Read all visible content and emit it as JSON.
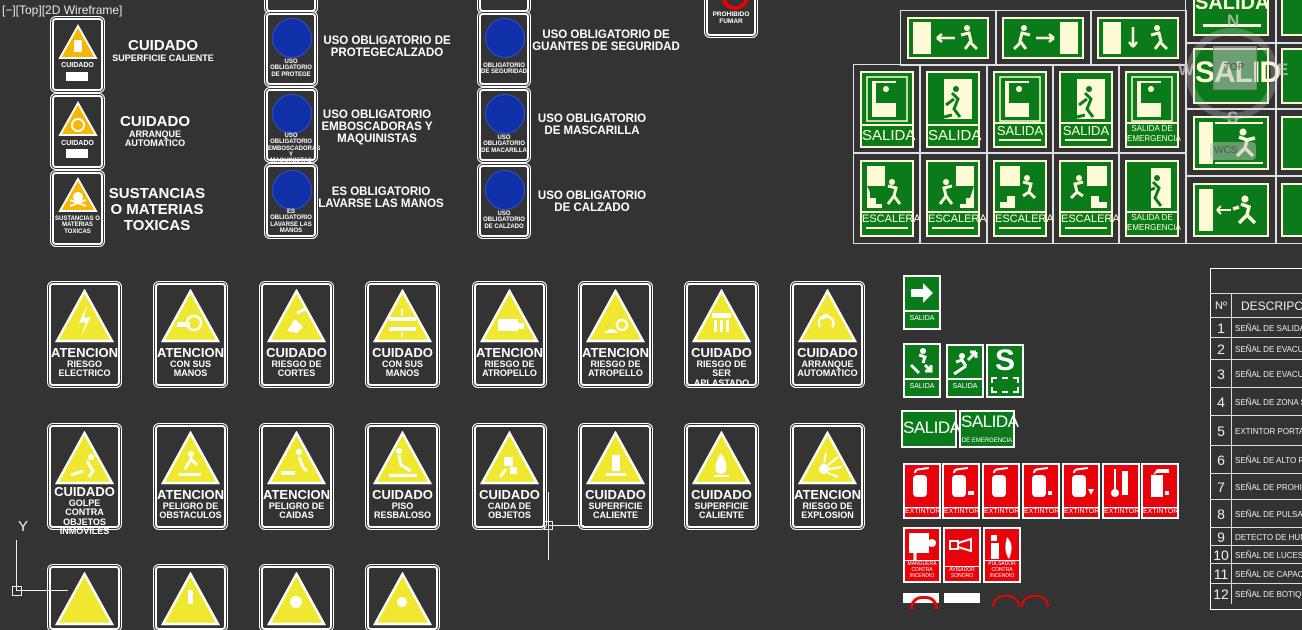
{
  "viewport": {
    "label": "[−][Top][2D Wireframe]"
  },
  "colors": {
    "background": "#333333",
    "warning_yellow": "#f0e830",
    "mandatory_blue": "#1030a8",
    "exit_green": "#0a7a1a",
    "exit_cream": "#fffbd6",
    "fire_red": "#e8000a"
  },
  "caution_list": [
    {
      "icon": "hot-surface-icon",
      "card_label": "CUIDADO",
      "title": "CUIDADO",
      "subtitle": "SUPERFICIE CALIENTE"
    },
    {
      "icon": "auto-start-icon",
      "card_label": "CUIDADO",
      "title": "CUIDADO",
      "subtitle": "ARRANQUE AUTOMATICO"
    },
    {
      "icon": "skull-icon",
      "card_label": "SUSTANCIAS O MATERIAS TOXICAS",
      "title": "SUSTANCIAS O MATERIAS TOXICAS",
      "subtitle": ""
    }
  ],
  "mandatory_left": [
    {
      "icon": "shoe-cover-icon",
      "card_label": "USO OBLIGATORIO DE PROTEGE",
      "title": "USO OBLIGATORIO DE PROTEGECALZADO"
    },
    {
      "icon": "face-shield-icon",
      "card_label": "USO OBLIGATORIO EMBOSCADORAS Y MAQUINISTAS",
      "title": "USO OBLIGATORIO EMBOSCADORAS Y MAQUINISTAS"
    },
    {
      "icon": "hand-wash-icon",
      "card_label": "ES OBLIGATORIO LAVARSE LAS MANOS",
      "title": "ES OBLIGATORIO LAVARSE LAS MANOS"
    }
  ],
  "mandatory_right": [
    {
      "icon": "glove-icon",
      "card_label": "OBLIGATORIO DE SEGURIDAD",
      "title": "USO OBLIGATORIO DE GUANTES DE SEGURIDAD"
    },
    {
      "icon": "mask-icon",
      "card_label": "USO OBLIGATORIO DE MACARILLA",
      "title": "USO OBLIGATORIO DE MASCARILLA"
    },
    {
      "icon": "boot-icon",
      "card_label": "USO OBLIGATORIO DE CALZADO",
      "title": "USO OBLIGATORIO DE CALZADO"
    }
  ],
  "prohibido": {
    "label": "PROHIBIDO FUMAR"
  },
  "warning_row1": [
    {
      "head": "ATENCION",
      "sub": "RIESGO ELECTRICO",
      "icon": "lightning-icon"
    },
    {
      "head": "ATENCION",
      "sub": "CON SUS MANOS",
      "icon": "hand-gear-icon"
    },
    {
      "head": "CUIDADO",
      "sub": "RIESGO DE CORTES",
      "icon": "hand-cut-icon"
    },
    {
      "head": "CUIDADO",
      "sub": "CON SUS MANOS",
      "icon": "hand-press-icon"
    },
    {
      "head": "ATENCION",
      "sub": "RIESGO DE ATROPELLO",
      "icon": "forklift-icon"
    },
    {
      "head": "ATENCION",
      "sub": "RIESGO DE ATROPELLO",
      "icon": "vehicle-icon"
    },
    {
      "head": "CUIDADO",
      "sub": "RIESGO DE SER APLASTADO",
      "icon": "crush-icon"
    },
    {
      "head": "CUIDADO",
      "sub": "ARRANQUE AUTOMATICO",
      "icon": "rotation-icon"
    }
  ],
  "warning_row2": [
    {
      "head": "CUIDADO",
      "sub": "GOLPE CONTRA OBJETOS INMOVILES",
      "icon": "collision-icon"
    },
    {
      "head": "ATENCION",
      "sub": "PELIGRO DE OBSTACULOS",
      "icon": "trip-icon"
    },
    {
      "head": "ATENCION",
      "sub": "PELIGRO DE CAIDAS",
      "icon": "fall-icon"
    },
    {
      "head": "CUIDADO",
      "sub": "PISO RESBALOSO",
      "icon": "slip-icon"
    },
    {
      "head": "CUIDADO",
      "sub": "CAIDA DE OBJETOS",
      "icon": "falling-objects-icon"
    },
    {
      "head": "CUIDADO",
      "sub": "SUPERFICIE CALIENTE",
      "icon": "hot-surface-icon"
    },
    {
      "head": "CUIDADO",
      "sub": "SUPERFICIE CALIENTE",
      "icon": "flame-icon"
    },
    {
      "head": "ATENCION",
      "sub": "RIESGO DE EXPLOSION",
      "icon": "explosion-icon"
    }
  ],
  "exit_top": [
    {
      "icon": "exit-left-icon"
    },
    {
      "icon": "exit-right-icon"
    },
    {
      "icon": "exit-down-icon"
    }
  ],
  "exit_salida": [
    {
      "label": "SALIDA",
      "icon": "exit-door-icon"
    },
    {
      "label": "SALIDA",
      "icon": "runner-door-icon"
    },
    {
      "label": "SALIDA",
      "icon": "exit-door-icon",
      "arrow": "left"
    },
    {
      "label": "SALIDA",
      "icon": "runner-door-icon",
      "arrow": "right"
    },
    {
      "label": "SALIDA DE EMERGENCIA",
      "icon": "exit-door-icon"
    }
  ],
  "exit_escalera": [
    {
      "label": "ESCALERA",
      "icon": "stairs-down-icon",
      "arrow": "left"
    },
    {
      "label": "ESCALERA",
      "icon": "stairs-down-icon",
      "arrow": "right"
    },
    {
      "label": "ESCALERA",
      "icon": "stairs-up-icon",
      "arrow": "left"
    },
    {
      "label": "ESCALERA",
      "icon": "stairs-up-icon",
      "arrow": "right"
    },
    {
      "label": "SALIDA DE EMERGENCIA",
      "icon": "runner-door-icon"
    }
  ],
  "exit_right_col": [
    {
      "label": "SALIDA"
    },
    {
      "label": "SALIDA"
    },
    {
      "label": ""
    },
    {
      "label": ""
    }
  ],
  "small_green": {
    "arrow_sign": "SALIDA",
    "stairs_down": "SALIDA",
    "stairs_up": "SALIDA",
    "safe_zone": "S",
    "salida_plate": "SALIDA",
    "salida_emergencia_big": "SALIDA",
    "salida_emergencia_small": "DE EMERGENCIA"
  },
  "fire_signs": [
    {
      "label": "EXTINTOR"
    },
    {
      "label": "EXTINTOR"
    },
    {
      "label": "EXTINTOR"
    },
    {
      "label": "EXTINTOR"
    },
    {
      "label": "EXTINTOR"
    },
    {
      "label": "EXTINTOR"
    },
    {
      "label": "EXTINTOR"
    }
  ],
  "fire_signs_row2": [
    {
      "label": "MANGUERA CONTRA INCENDIO",
      "icon": "hose-icon"
    },
    {
      "label": "AVISADOR SONORO",
      "icon": "horn-icon"
    },
    {
      "label": "PULSADOR CONTRA INCENDIO",
      "icon": "alarm-button-icon"
    }
  ],
  "legend_table": {
    "header_num": "Nº",
    "header_desc": "DESCRIPCION",
    "rows": [
      {
        "n": "1",
        "desc": "SEÑAL DE SALIDA EN"
      },
      {
        "n": "2",
        "desc": "SEÑAL DE EVACUACI"
      },
      {
        "n": "3",
        "desc": "SEÑAL DE EVACUACI"
      },
      {
        "n": "4",
        "desc": "SEÑAL DE ZONA SEG"
      },
      {
        "n": "5",
        "desc": "EXTINTOR PORTATIL"
      },
      {
        "n": "6",
        "desc": "SEÑAL DE ALTO RIES"
      },
      {
        "n": "7",
        "desc": "SEÑAL DE PROHIBIDO"
      },
      {
        "n": "8",
        "desc": "SEÑAL DE PULSADOR"
      },
      {
        "n": "9",
        "desc": "DETECTO DE HUMO"
      },
      {
        "n": "10",
        "desc": "SEÑAL DE LUCES DE"
      },
      {
        "n": "11",
        "desc": "SEÑAL DE CAPACIDA"
      },
      {
        "n": "12",
        "desc": "SEÑAL DE BOTIQUIN"
      }
    ]
  },
  "viewcube": {
    "top": "TOP",
    "n": "N",
    "s": "S",
    "e": "E",
    "w": "W",
    "wcs": "WCS"
  },
  "ucs": {
    "y": "Y"
  }
}
